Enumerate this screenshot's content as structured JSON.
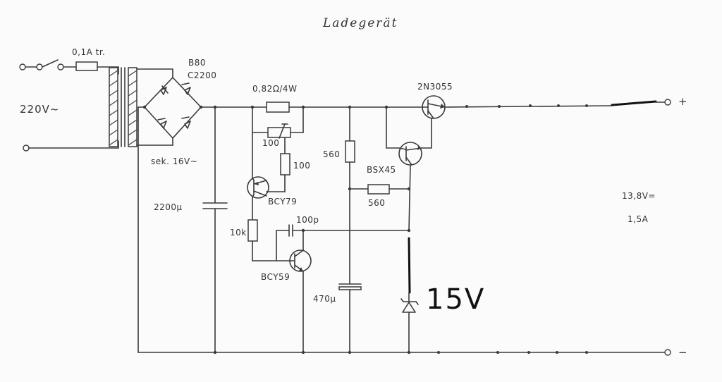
{
  "title": "Ladegerät",
  "labels": {
    "fuse": "0,1A tr.",
    "mains": "220V~",
    "rectifier_line1": "B80",
    "rectifier_line2": "C2200",
    "secondary": "sek. 16V~",
    "cap_main": "2200µ",
    "r_shunt": "0,82Ω/4W",
    "pot": "100",
    "r_100": "100",
    "q_bcy79": "BCY79",
    "r_10k": "10k",
    "cap_100p": "100p",
    "q_bcy59": "BCY59",
    "r_560_vert": "560",
    "cap_470": "470µ",
    "q_bsx45": "BSX45",
    "r_560_horiz": "560",
    "q_2n3055": "2N3055",
    "zener": "15V",
    "out_spec_voltage": "13,8V=",
    "out_spec_current": "1,5A",
    "plus": "+",
    "minus": "−"
  }
}
